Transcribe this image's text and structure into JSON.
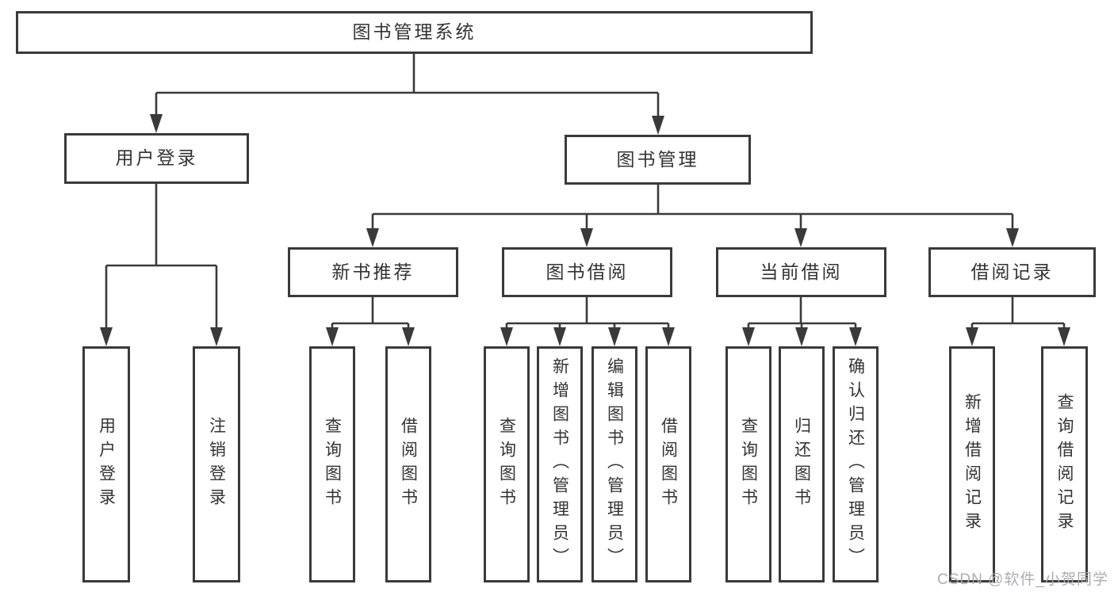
{
  "diagram": {
    "title": "图书管理系统",
    "watermark": "CSDN @软件_小贺同学",
    "colors": {
      "line": "#3a3a3a",
      "text": "#333333",
      "node_background": "#ffffff",
      "background": "#ffffff",
      "watermark": "#a4aab0"
    },
    "nodes": {
      "root": {
        "label": "图书管理系统"
      },
      "user_login": {
        "label": "用户登录"
      },
      "book_mgmt": {
        "label": "图书管理"
      },
      "new_book": {
        "label": "新书推荐"
      },
      "book_borrow": {
        "label": "图书借阅"
      },
      "current_borrow": {
        "label": "当前借阅"
      },
      "borrow_records": {
        "label": "借阅记录"
      },
      "user_login_leaf": {
        "label": "用户登录"
      },
      "logout": {
        "label": "注销登录"
      },
      "nb_query": {
        "label": "查询图书"
      },
      "nb_borrow": {
        "label": "借阅图书"
      },
      "bb_query": {
        "label": "查询图书"
      },
      "bb_add": {
        "label": "新增图书（管理员）"
      },
      "bb_edit": {
        "label": "编辑图书（管理员）"
      },
      "bb_borrow": {
        "label": "借阅图书"
      },
      "cb_query": {
        "label": "查询图书"
      },
      "cb_return": {
        "label": "归还图书"
      },
      "cb_confirm": {
        "label": "确认归还（管理员）"
      },
      "br_add": {
        "label": "新增借阅记录"
      },
      "br_query": {
        "label": "查询借阅记录"
      }
    },
    "tree": [
      {
        "parent": "root",
        "children": [
          "user_login",
          "book_mgmt"
        ]
      },
      {
        "parent": "user_login",
        "children": [
          "user_login_leaf",
          "logout"
        ]
      },
      {
        "parent": "book_mgmt",
        "children": [
          "new_book",
          "book_borrow",
          "current_borrow",
          "borrow_records"
        ]
      },
      {
        "parent": "new_book",
        "children": [
          "nb_query",
          "nb_borrow"
        ]
      },
      {
        "parent": "book_borrow",
        "children": [
          "bb_query",
          "bb_add",
          "bb_edit",
          "bb_borrow"
        ]
      },
      {
        "parent": "current_borrow",
        "children": [
          "cb_query",
          "cb_return",
          "cb_confirm"
        ]
      },
      {
        "parent": "borrow_records",
        "children": [
          "br_add",
          "br_query"
        ]
      }
    ]
  }
}
